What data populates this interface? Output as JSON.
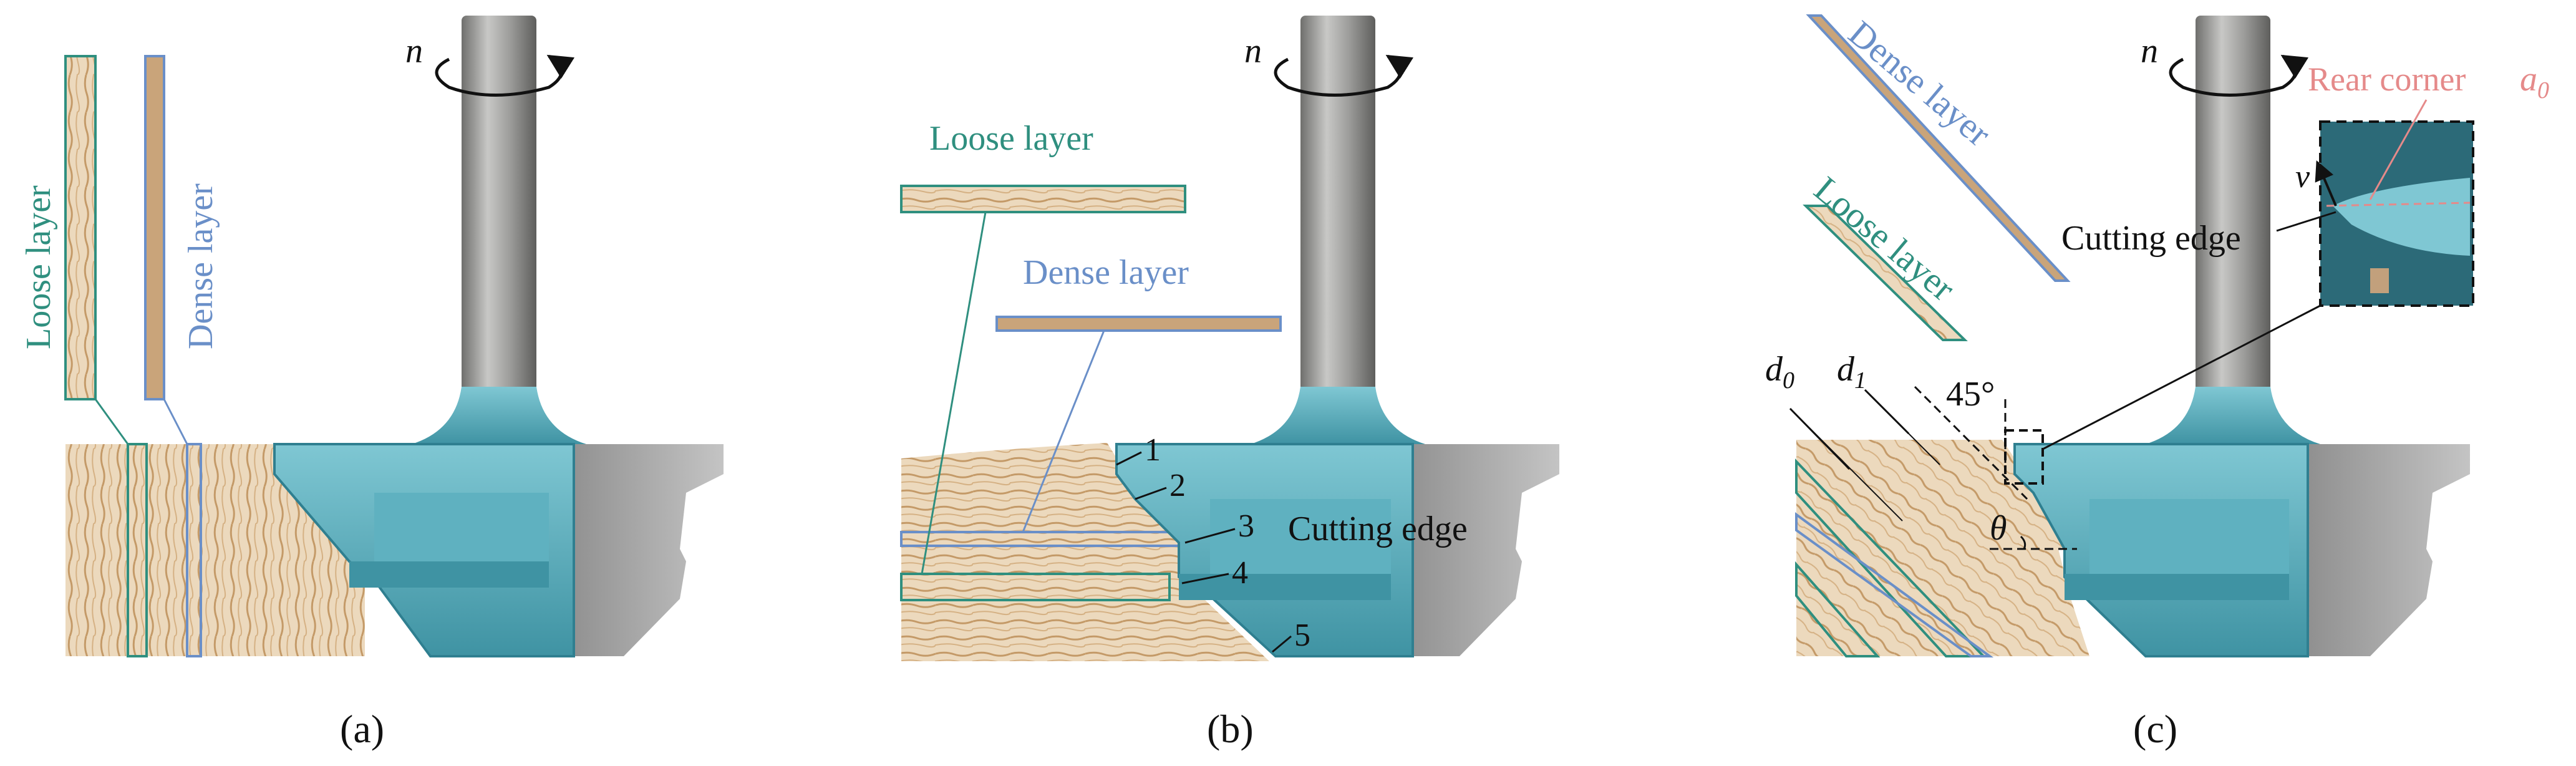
{
  "panels": [
    {
      "caption": "(a)",
      "n_label": "n",
      "loose_label": "Loose layer",
      "dense_label": "Dense layer"
    },
    {
      "caption": "(b)",
      "n_label": "n",
      "loose_label": "Loose layer",
      "dense_label": "Dense layer",
      "cutting_edge_label": "Cutting edge",
      "point_labels": [
        "1",
        "2",
        "3",
        "4",
        "5"
      ]
    },
    {
      "caption": "(c)",
      "n_label": "n",
      "loose_label": "Loose layer",
      "dense_label": "Dense layer",
      "cutting_edge_label": "Cutting edge",
      "rear_corner_label": "Rear corner",
      "a0_label": "a",
      "a0_sub": "0",
      "d0_label": "d",
      "d0_sub": "0",
      "d1_label": "d",
      "d1_sub": "1",
      "angle_45_label": "45°",
      "theta_label": "θ",
      "v_label": "v"
    }
  ],
  "colors": {
    "teal_label": "#2f8f7f",
    "blue_label": "#6a8fc8",
    "pink_label": "#e58a8a",
    "wood_light": "#ecd9bd",
    "wood_grain": "#c49a68",
    "tool_teal": "#5fb1c0",
    "tool_teal_dark": "#2f7f90",
    "shank_gray": "#9a9a98",
    "gray_block": "#a9a9a9"
  }
}
